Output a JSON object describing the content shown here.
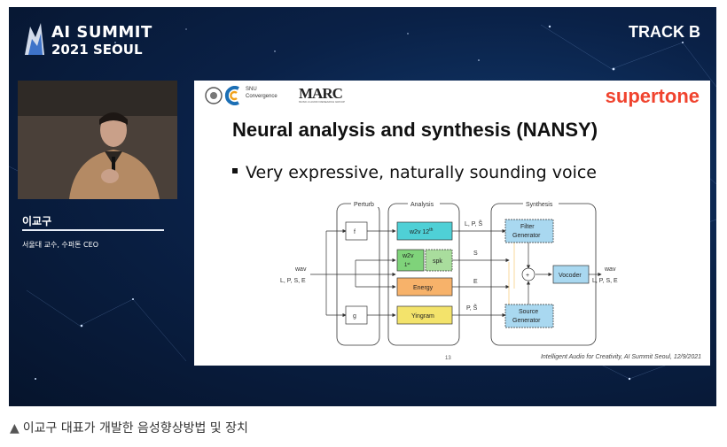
{
  "event": {
    "line1": "AI SUMMIT",
    "line2": "2021 SEOUL",
    "track": "TRACK B"
  },
  "speaker": {
    "name": "이교구",
    "title": "서울대 교수, 수퍼톤 CEO"
  },
  "slide": {
    "logos": {
      "snu": "SNU\nConvergence",
      "marc": "MARC",
      "marc_sub": "MUSIC & AUDIO RESEARCH GROUP",
      "brand": "supertone"
    },
    "title": "Neural analysis and synthesis (NANSY)",
    "bullet": "Very expressive, naturally sounding voice",
    "page": "13",
    "footer": "Intelligent Audio for Creativity, AI Summit Seoul, 12/9/2021",
    "diagram": {
      "perturb": "Perturb",
      "analysis": "Analysis",
      "synthesis": "Synthesis",
      "input_label1": "wav",
      "input_label2": "L, P, S, E",
      "f": "f",
      "g": "g",
      "w2v12": "w2v 12",
      "w2v12_sup": "th",
      "w2v1": "w2v",
      "w2v1_sub": "1",
      "w2v1_sup": "st",
      "spk": "spk",
      "energy": "Energy",
      "yingram": "Yingram",
      "sig_lps": "L, P, S̃",
      "sig_s": "S",
      "sig_e": "E",
      "sig_ps": "P, S̃",
      "filter1": "Filter",
      "filter2": "Generator",
      "source1": "Source",
      "source2": "Generator",
      "plus": "+",
      "vocoder": "Vocoder",
      "out1": "wav",
      "out2": "L, P, S, E"
    }
  },
  "caption": {
    "icon": "▲",
    "text": "이교구 대표가 개발한 음성향상방법 및 장치"
  },
  "colors": {
    "w2v12": "#4fd0d6",
    "w2v1": "#7fd37a",
    "energy": "#f7b26a",
    "yingram": "#f3e36b",
    "filter": "#a9d8f0",
    "vocoder": "#a9d8f0",
    "brand": "#f0432e"
  }
}
